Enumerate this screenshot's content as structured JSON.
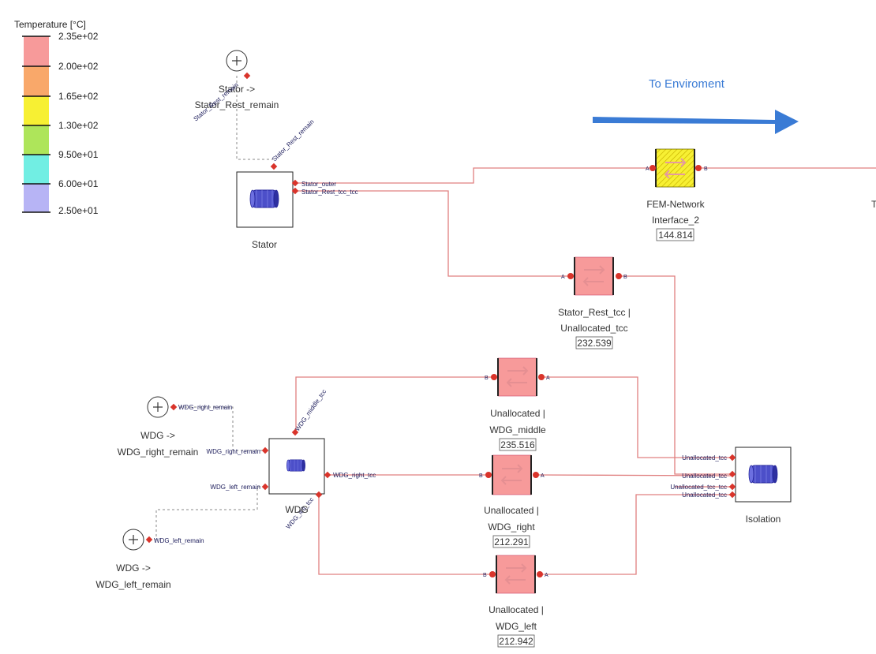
{
  "legend": {
    "title": "Temperature [°C]",
    "ticks": [
      "2.35e+02",
      "2.00e+02",
      "1.65e+02",
      "1.30e+02",
      "9.50e+01",
      "6.00e+01",
      "2.50e+01"
    ],
    "bands": [
      "#f79a9a",
      "#f9a86a",
      "#f7f033",
      "#aee55a",
      "#71eee3",
      "#b7b4f5"
    ]
  },
  "direction_label": "To Enviroment",
  "arrow_color": "#3a7bd5",
  "nodes": {
    "stator": {
      "label": "Stator",
      "ports": {
        "rest_remain": "Stator_Rest_remain",
        "outer": "Stator_outer",
        "rest_tcc": "Stator_Rest_tcc_tcc"
      }
    },
    "stator_source": {
      "line1": "Stator ->",
      "line2": "Stator_Rest_remain",
      "port": "Stator_Rest_remain"
    },
    "wdg": {
      "label": "WDG",
      "ports": {
        "middle_tcc": "WDG_middle_tcc",
        "right_remain": "WDG_right_remain",
        "right_tcc": "WDG_right_tcc",
        "left_remain": "WDG_left_remain",
        "left_tcc": "WDG_left_tcc"
      }
    },
    "wdg_right_source": {
      "line1": "WDG ->",
      "line2": "WDG_right_remain",
      "port": "WDG_right_remain"
    },
    "wdg_left_source": {
      "line1": "WDG ->",
      "line2": "WDG_left_remain",
      "port": "WDG_left_remain"
    },
    "isolation": {
      "label": "Isolation",
      "ports": [
        "Unallocated_tcc",
        "Unallocated_tcc",
        "Unallocated_tcc_tcc",
        "Unallocated_tcc"
      ]
    }
  },
  "resistors": {
    "fem": {
      "line1": "FEM-Network",
      "line2": "Interface_2",
      "value": "144.814",
      "a": "A",
      "b": "B",
      "color": "#f7f033"
    },
    "stator_rest": {
      "line1": "Stator_Rest_tcc |",
      "line2": "Unallocated_tcc",
      "value": "232.539",
      "a": "A",
      "b": "B",
      "color": "#f79a9a"
    },
    "wdg_middle": {
      "line1": "Unallocated |",
      "line2": "WDG_middle",
      "value": "235.516",
      "a": "A",
      "b": "B",
      "color": "#f79a9a"
    },
    "wdg_right": {
      "line1": "Unallocated |",
      "line2": "WDG_right",
      "value": "212.291",
      "a": "A",
      "b": "B",
      "color": "#f79a9a"
    },
    "wdg_left": {
      "line1": "Unallocated |",
      "line2": "WDG_left",
      "value": "212.942",
      "a": "A",
      "b": "B",
      "color": "#f79a9a"
    }
  },
  "edge_fragment": "T"
}
